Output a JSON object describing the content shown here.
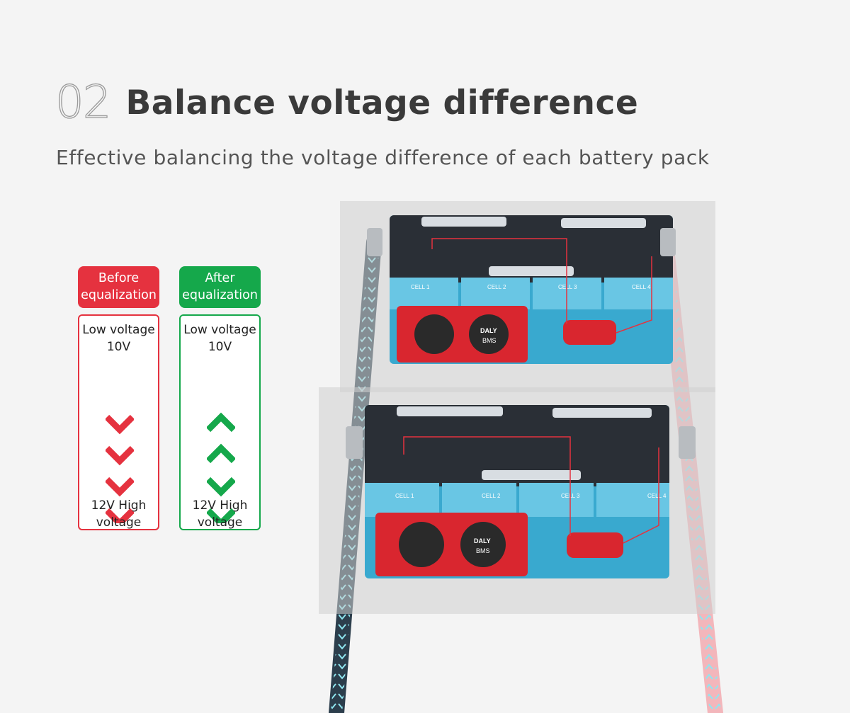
{
  "header": {
    "number": "02",
    "title": "Balance voltage difference",
    "subtitle": "Effective balancing the voltage difference of each battery pack"
  },
  "before": {
    "badge_line1": "Before",
    "badge_line2": "equalization",
    "low_line1": "Low voltage",
    "low_line2": "10V",
    "high_line1": "12V High",
    "high_line2": "voltage",
    "arrows": [
      "down",
      "down",
      "down",
      "down"
    ],
    "color": "#e5323f"
  },
  "after": {
    "badge_line1": "After",
    "badge_line2": "equalization",
    "low_line1": "Low voltage",
    "low_line2": "10V",
    "high_line1": "12V High",
    "high_line2": "voltage",
    "arrows": [
      "up",
      "up",
      "down",
      "down"
    ],
    "color": "#15a84b"
  },
  "illustration": {
    "cell_labels": [
      "CELL 1",
      "CELL 2",
      "CELL 3",
      "CELL 4"
    ],
    "bms_brand": "DALY",
    "bms_tag": "BMS"
  }
}
